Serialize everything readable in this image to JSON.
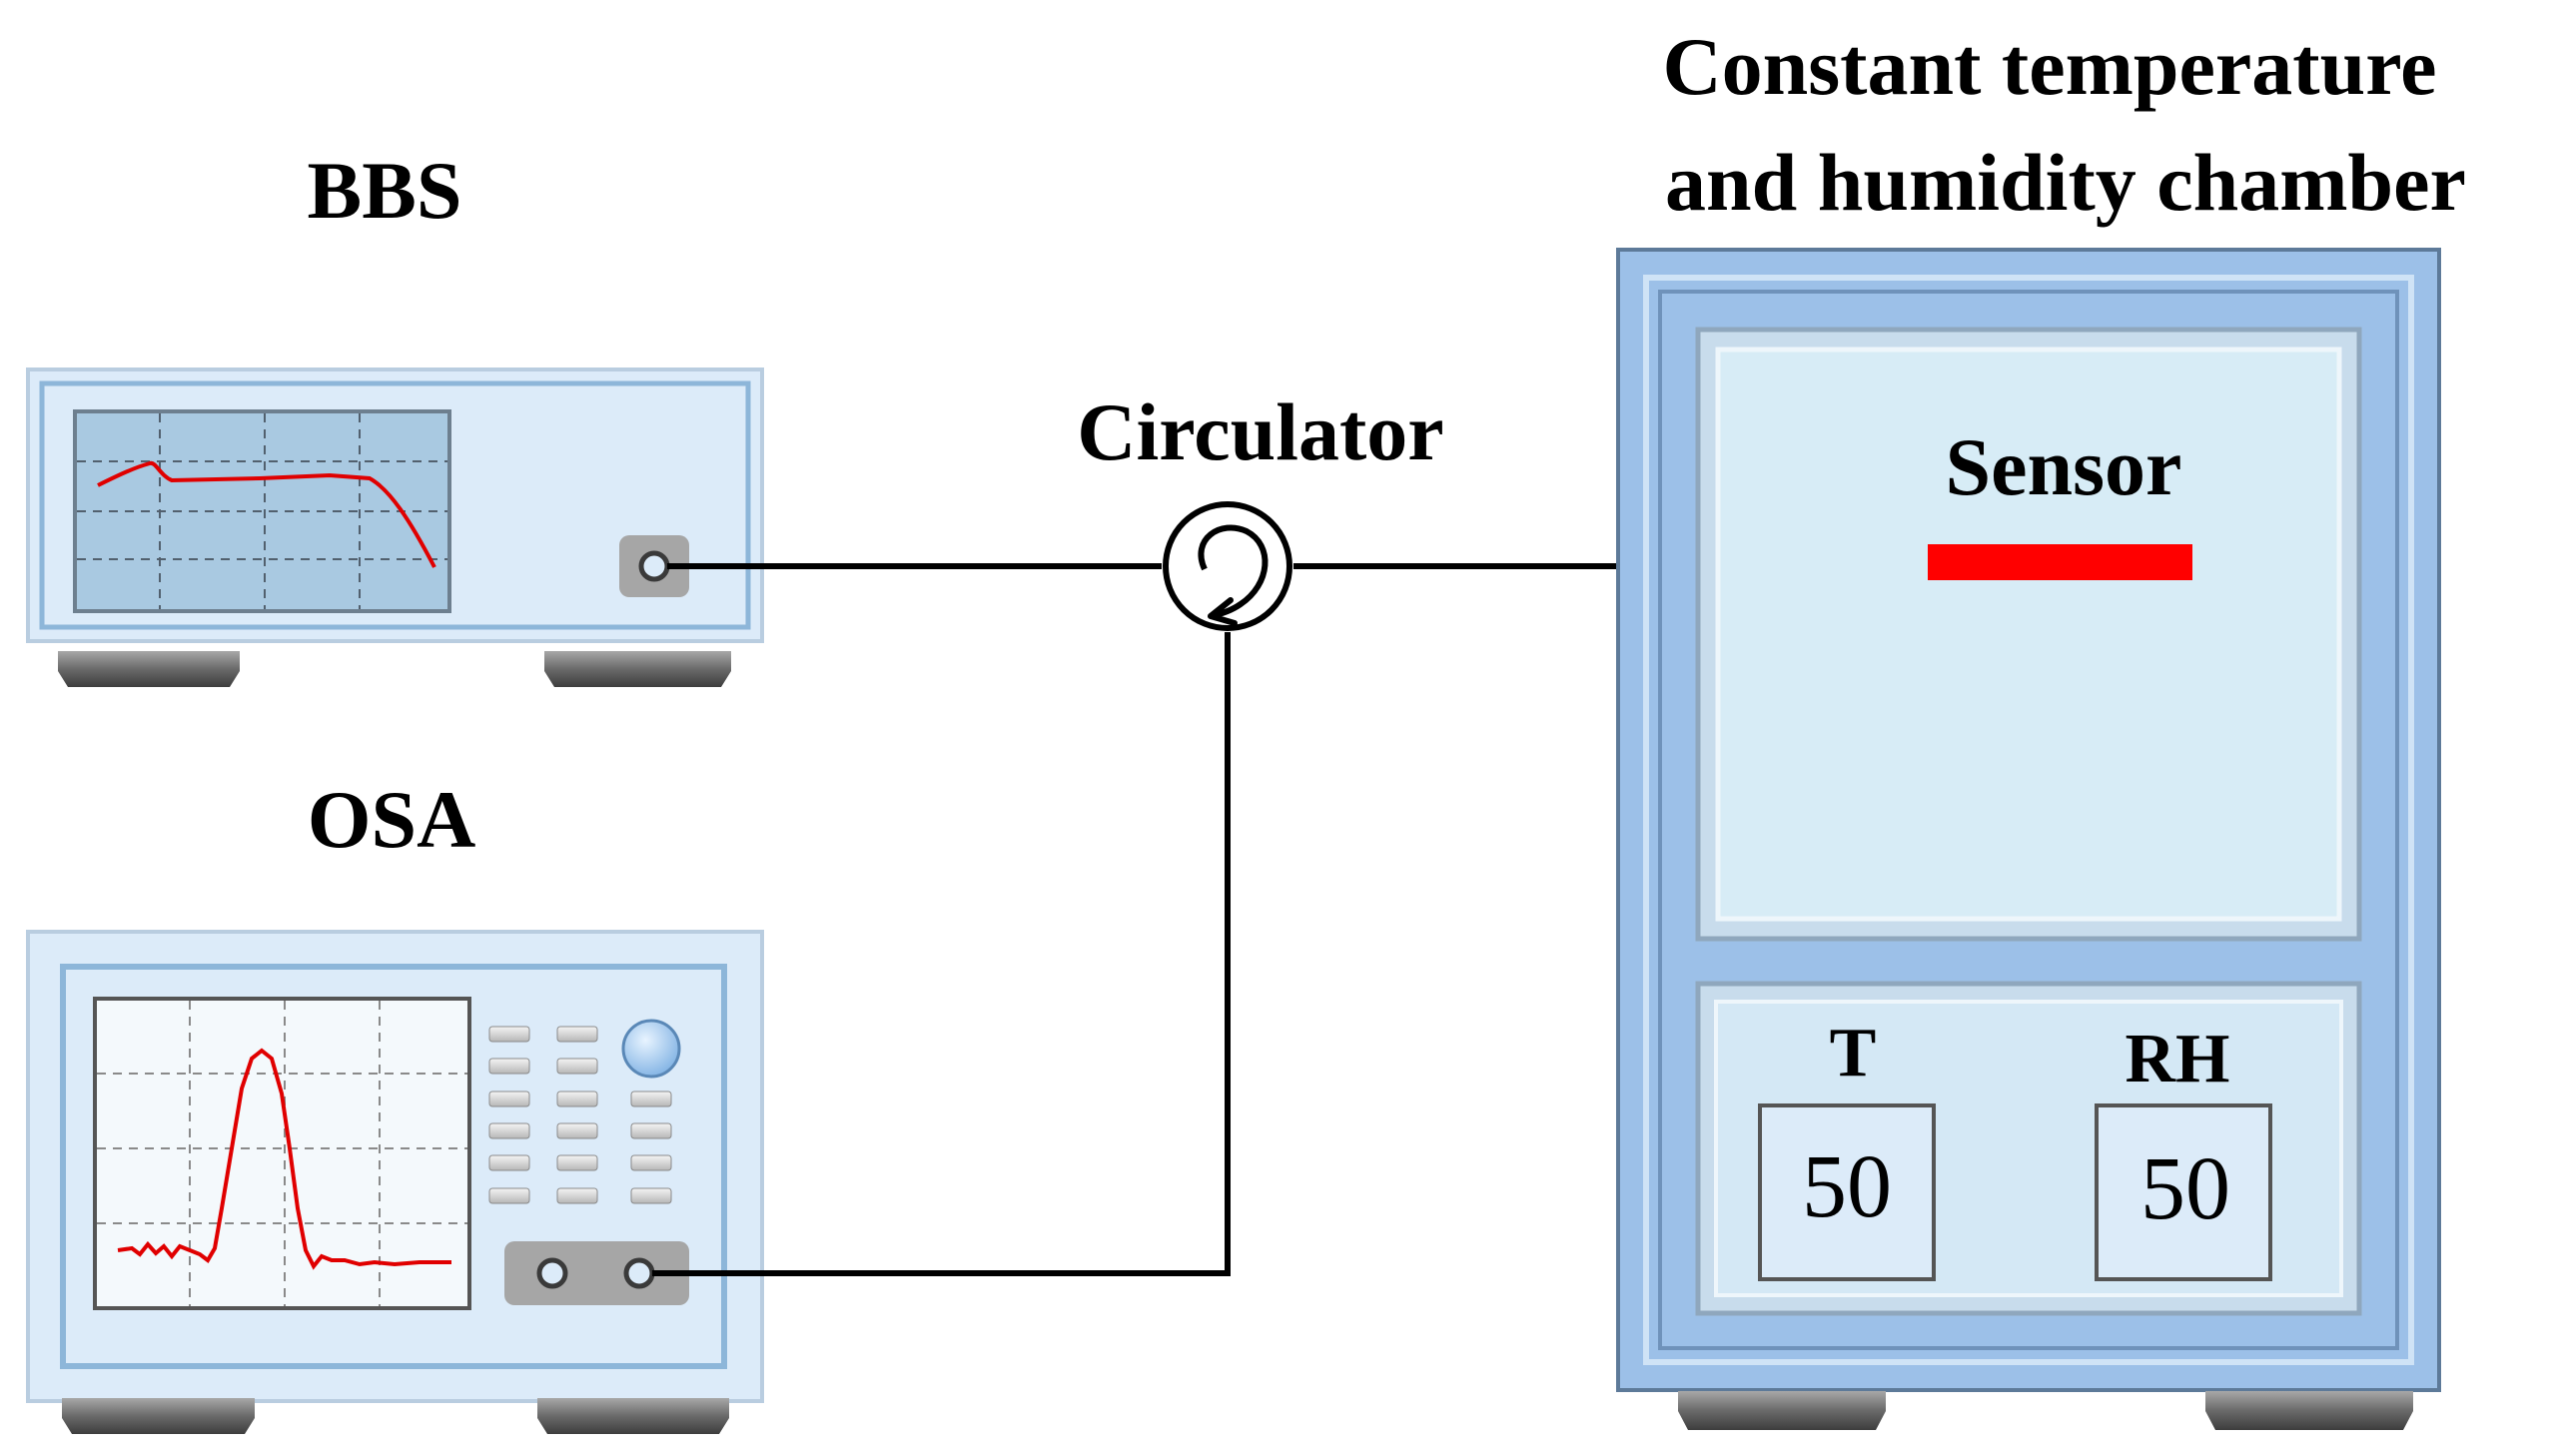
{
  "labels": {
    "bbs": "BBS",
    "osa": "OSA",
    "circulator": "Circulator",
    "chamber_line1": "Constant temperature",
    "chamber_line2": "and humidity chamber",
    "sensor": "Sensor"
  },
  "chamber_panel": {
    "t_label": "T",
    "t_value": "50",
    "rh_label": "RH",
    "rh_value": "50"
  },
  "colors": {
    "device_body": "#dcebf9",
    "screen": "#a9c9e1",
    "chamber_frame": "#9cc0e8",
    "chamber_window": "#d7ecf6",
    "trace": "#e00000",
    "sensor_bar": "#ff0000",
    "fiber": "#000000",
    "feet": "#666666"
  }
}
